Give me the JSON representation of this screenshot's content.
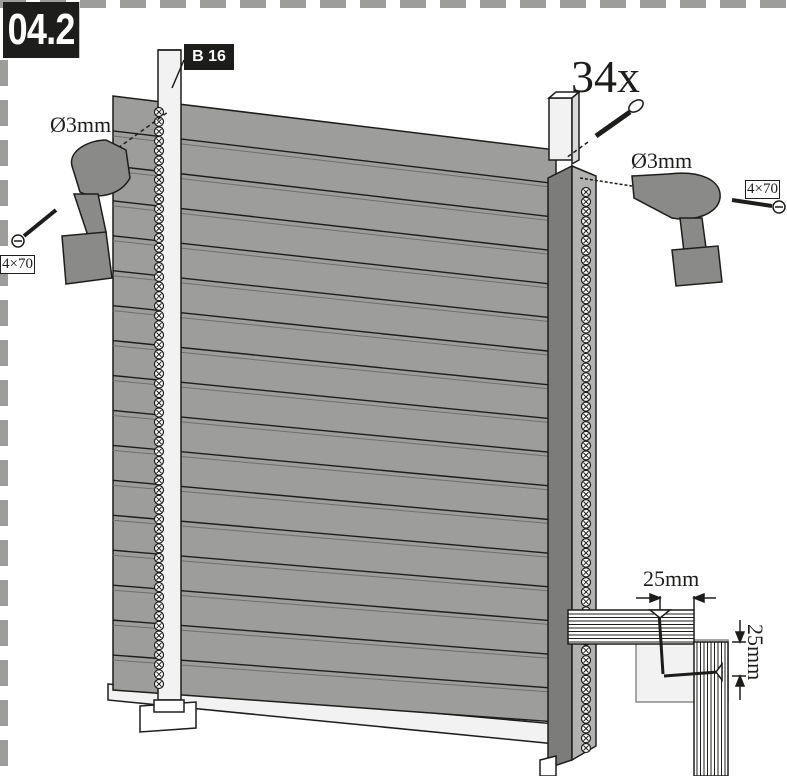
{
  "step": {
    "number": "04.2"
  },
  "part": {
    "tag": "B 16"
  },
  "screws": {
    "count": "34x",
    "size_left": "4×70",
    "size_right": "4×70"
  },
  "drill": {
    "bit_left": "Ø3mm",
    "bit_right": "Ø3mm"
  },
  "detail": {
    "offset_horizontal": "25mm",
    "offset_vertical": "25mm"
  },
  "colors": {
    "ink": "#1d1d1b",
    "panel": "#9d9d9c",
    "panel_dark": "#6f6f6e",
    "post": "#f2f2f2",
    "drill_body": "#8a8a89",
    "border_dash": "#9d9d9c"
  }
}
